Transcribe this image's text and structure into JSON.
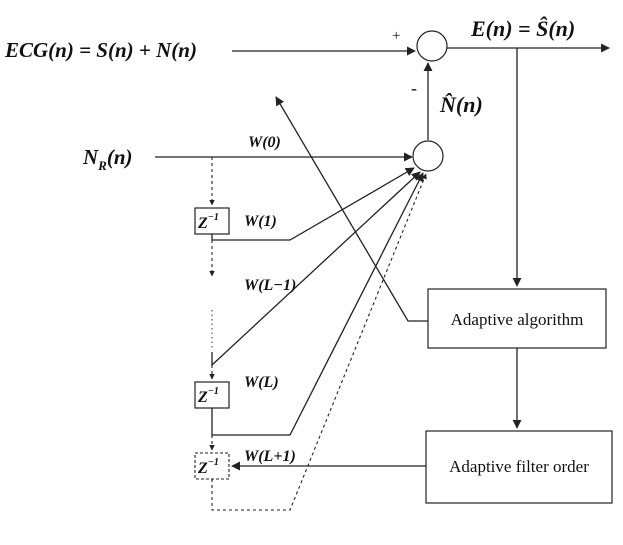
{
  "labels": {
    "ecg_input": "ECG(n) = S(n) + N(n)",
    "output": "E(n) = Ŝ(n)",
    "noise_estimate": "N̂(n)",
    "reference": "N",
    "reference_sub": "R",
    "reference_arg": "(n)",
    "plus": "+",
    "minus": "-",
    "w0": "W(0)",
    "w1": "W(1)",
    "wl_minus_1": "W(L−1)",
    "wl": "W(L)",
    "wl_plus_1": "W(L+1)",
    "delay": "Z",
    "delay_exp": "−1"
  },
  "blocks": {
    "adaptive_algorithm": "Adaptive algorithm",
    "adaptive_filter_order": "Adaptive filter order"
  }
}
